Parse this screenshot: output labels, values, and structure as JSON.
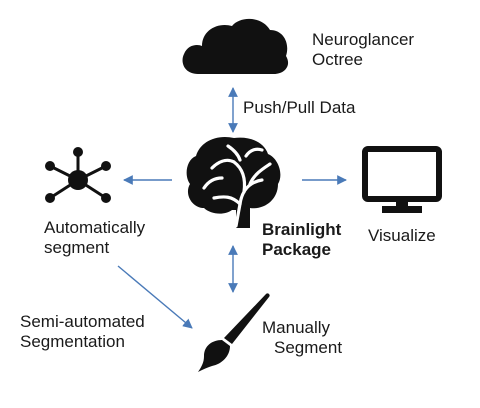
{
  "nodes": {
    "cloud": {
      "label_line1": "Neuroglancer",
      "label_line2": "Octree",
      "icon": "cloud-icon"
    },
    "brain": {
      "label_line1": "Brainlight",
      "label_line2": "Package",
      "icon": "brain-icon"
    },
    "network": {
      "label_line1": "Automatically",
      "label_line2": "segment",
      "icon": "network-icon"
    },
    "monitor": {
      "label_line1": "Visualize",
      "icon": "monitor-icon"
    },
    "brush": {
      "label_line1": "Manually",
      "label_line2": "Segment",
      "icon": "paintbrush-icon"
    }
  },
  "edges": {
    "cloud_brain": {
      "label": "Push/Pull Data"
    },
    "network_brush": {
      "label_line1": "Semi-automated",
      "label_line2": "Segmentation"
    }
  },
  "colors": {
    "arrow": "#4a7ab8",
    "icon": "#111111",
    "text": "#1a1a1a"
  }
}
